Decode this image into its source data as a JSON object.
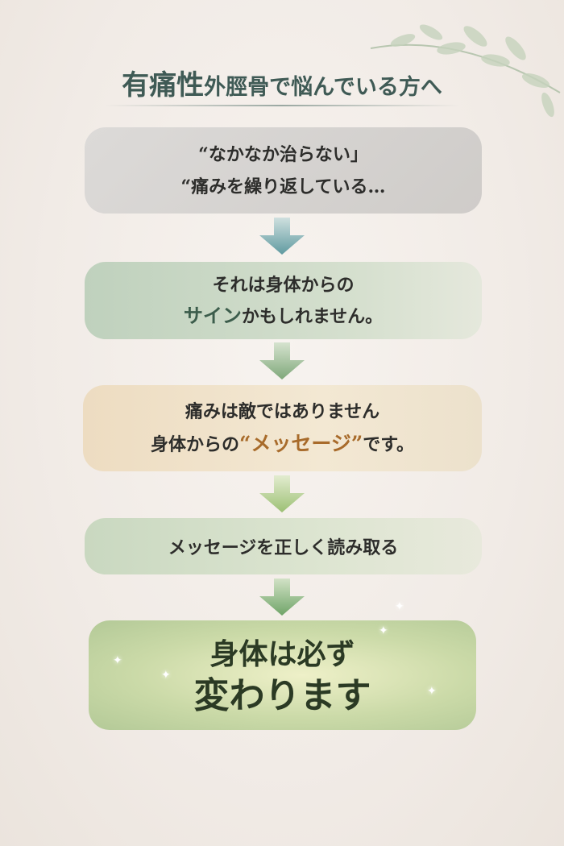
{
  "title": {
    "bold": "有痛性",
    "rest": "外脛骨で悩んでいる方へ"
  },
  "steps": [
    {
      "line1": "“なかなか治らない」",
      "line2": "“痛みを繰り返している…"
    },
    {
      "line1": "それは身体からの",
      "line2_accent": "サイン",
      "line2_rest": "かもしれません。"
    },
    {
      "line1": "痛みは敵ではありません",
      "line2_pre": "身体からの",
      "line2_accent": "“メッセージ”",
      "line2_post": "です。"
    },
    {
      "line1": "メッセージを正しく読み取る"
    },
    {
      "line1": "身体は必ず",
      "line2": "変わります"
    }
  ],
  "colors": {
    "title": "#3f5a55",
    "accent_orange": "#a86b2b",
    "accent_green": "#3c5d4c"
  }
}
